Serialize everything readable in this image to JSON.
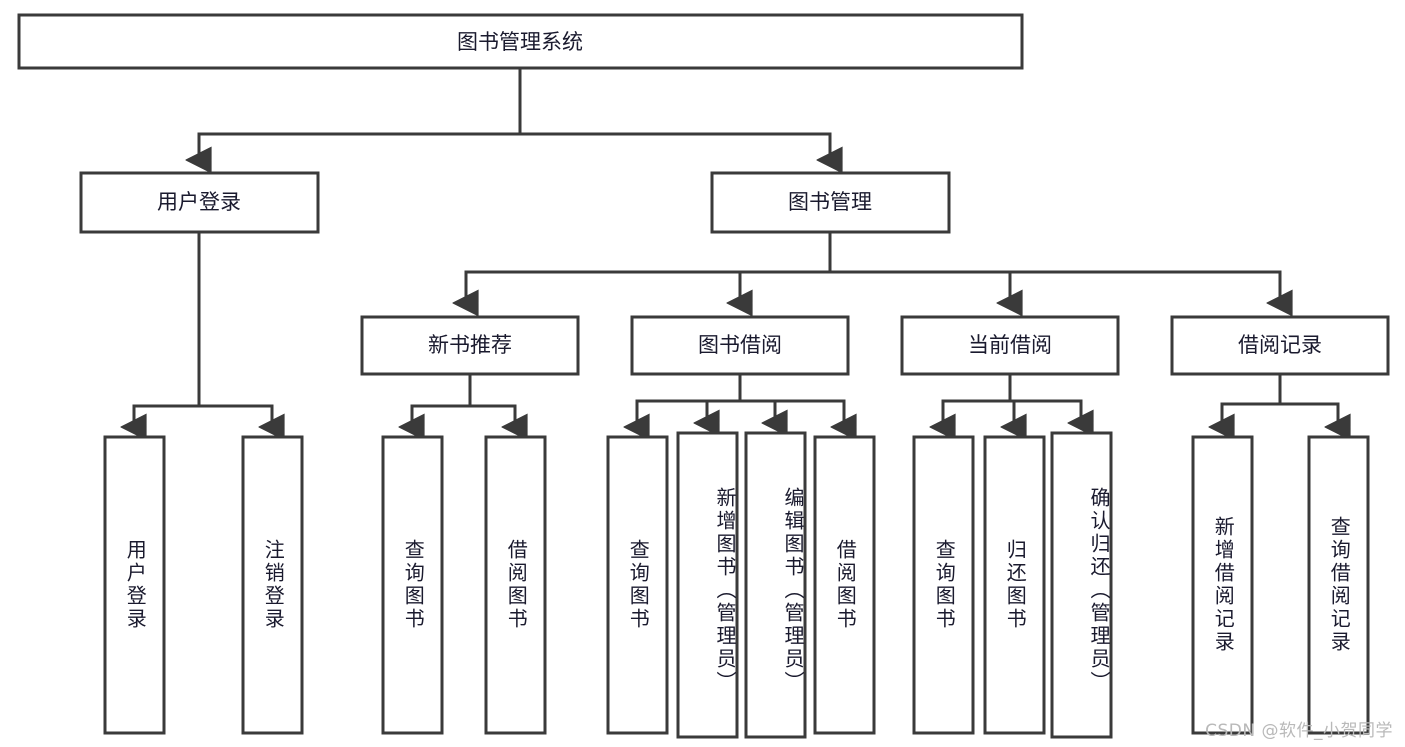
{
  "diagram": {
    "title": "图书管理系统",
    "type": "hierarchy-tree",
    "root": {
      "id": "root",
      "label": "图书管理系统",
      "orientation": "horizontal"
    },
    "level2": [
      {
        "id": "user-login",
        "label": "用户登录",
        "orientation": "horizontal"
      },
      {
        "id": "book-manage",
        "label": "图书管理",
        "orientation": "horizontal"
      }
    ],
    "level3": [
      {
        "id": "new-book-recommend",
        "label": "新书推荐",
        "orientation": "horizontal",
        "parent": "book-manage"
      },
      {
        "id": "book-borrow",
        "label": "图书借阅",
        "orientation": "horizontal",
        "parent": "book-manage"
      },
      {
        "id": "current-borrow",
        "label": "当前借阅",
        "orientation": "horizontal",
        "parent": "book-manage"
      },
      {
        "id": "borrow-record",
        "label": "借阅记录",
        "orientation": "horizontal",
        "parent": "book-manage"
      }
    ],
    "leaves": [
      {
        "id": "leaf-user-login",
        "label": "用户登录",
        "parent": "user-login",
        "orientation": "vertical"
      },
      {
        "id": "leaf-logout-login",
        "label": "注销登录",
        "parent": "user-login",
        "orientation": "vertical"
      },
      {
        "id": "leaf-query-book-1",
        "label": "查询图书",
        "parent": "new-book-recommend",
        "orientation": "vertical"
      },
      {
        "id": "leaf-borrow-book-1",
        "label": "借阅图书",
        "parent": "new-book-recommend",
        "orientation": "vertical"
      },
      {
        "id": "leaf-query-book-2",
        "label": "查询图书",
        "parent": "book-borrow",
        "orientation": "vertical"
      },
      {
        "id": "leaf-add-book",
        "label": "新增图书（管理员）",
        "parent": "book-borrow",
        "orientation": "vertical"
      },
      {
        "id": "leaf-edit-book",
        "label": "编辑图书（管理员）",
        "parent": "book-borrow",
        "orientation": "vertical"
      },
      {
        "id": "leaf-borrow-book-2",
        "label": "借阅图书",
        "parent": "book-borrow",
        "orientation": "vertical"
      },
      {
        "id": "leaf-query-book-3",
        "label": "查询图书",
        "parent": "current-borrow",
        "orientation": "vertical"
      },
      {
        "id": "leaf-return-book",
        "label": "归还图书",
        "parent": "current-borrow",
        "orientation": "vertical"
      },
      {
        "id": "leaf-confirm-return",
        "label": "确认归还（管理员）",
        "parent": "current-borrow",
        "orientation": "vertical"
      },
      {
        "id": "leaf-add-record",
        "label": "新增借阅记录",
        "parent": "borrow-record",
        "orientation": "vertical"
      },
      {
        "id": "leaf-query-record",
        "label": "查询借阅记录",
        "parent": "borrow-record",
        "orientation": "vertical"
      }
    ],
    "colors": {
      "stroke": "#3a3a3a",
      "fill": "#ffffff",
      "text": "#1a1a2e",
      "watermark": "#b9b9b9",
      "background": "#ffffff"
    }
  },
  "watermark": {
    "text": "CSDN @软件_小贺同学"
  }
}
